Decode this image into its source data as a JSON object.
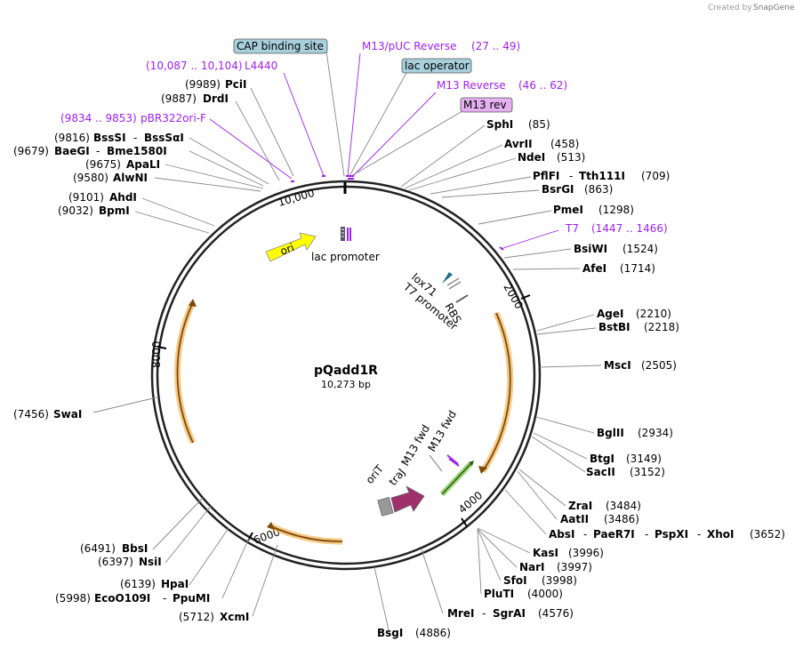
{
  "credit": "Created by",
  "credit_brand": "SnapGene",
  "plasmid": {
    "name": "pQadd1R",
    "size": "10,273 bp"
  },
  "ticks": [
    "2000",
    "4000",
    "6000",
    "8000",
    "10,000"
  ],
  "features": {
    "ori": "ori",
    "lac_promoter": "lac promoter",
    "lox71": "lox71",
    "t7_promoter": "T7 promoter",
    "rbs": "RBS",
    "m13_fwd_1": "M13 fwd",
    "m13_fwd_2": "M13 fwd",
    "orit": "oriT",
    "traj": "traJ"
  },
  "sites": {
    "pci": {
      "pos": "(9989)",
      "name": "PciI"
    },
    "drd": {
      "pos": "(9887)",
      "name": "DrdI"
    },
    "bsssi": {
      "pos": "(9816)",
      "name": "BssSI",
      "alt": "BssSαI"
    },
    "baegi": {
      "pos": "(9679)",
      "name": "BaeGI",
      "alt": "Bme1580I"
    },
    "apali": {
      "pos": "(9675)",
      "name": "ApaLI"
    },
    "alwni": {
      "pos": "(9580)",
      "name": "AlwNI"
    },
    "ahdi": {
      "pos": "(9101)",
      "name": "AhdI"
    },
    "bpmi": {
      "pos": "(9032)",
      "name": "BpmI"
    },
    "swai": {
      "pos": "(7456)",
      "name": "SwaI"
    },
    "bbsi": {
      "pos": "(6491)",
      "name": "BbsI"
    },
    "nsii": {
      "pos": "(6397)",
      "name": "NsiI"
    },
    "hpai": {
      "pos": "(6139)",
      "name": "HpaI"
    },
    "eco": {
      "pos": "(5998)",
      "name": "EcoO109I",
      "alt": "PpuMI"
    },
    "xcmi": {
      "pos": "(5712)",
      "name": "XcmI"
    },
    "bsgi": {
      "name": "BsgI",
      "pos": "(4886)"
    },
    "mrei": {
      "name": "MreI",
      "alt": "SgrAI",
      "pos": "(4576)"
    },
    "pluti": {
      "name": "PluTI",
      "pos": "(4000)"
    },
    "sfoi": {
      "name": "SfoI",
      "pos": "(3998)"
    },
    "nari": {
      "name": "NarI",
      "pos": "(3997)"
    },
    "kasi": {
      "name": "KasI",
      "pos": "(3996)"
    },
    "absi": {
      "name": "AbsI",
      "alt1": "PaeR7I",
      "alt2": "PspXI",
      "alt3": "XhoI",
      "pos": "(3652)"
    },
    "aatii": {
      "name": "AatII",
      "pos": "(3486)"
    },
    "zrai": {
      "name": "ZraI",
      "pos": "(3484)"
    },
    "sacii": {
      "name": "SacII",
      "pos": "(3152)"
    },
    "btgi": {
      "name": "BtgI",
      "pos": "(3149)"
    },
    "bglii": {
      "name": "BglII",
      "pos": "(2934)"
    },
    "msci": {
      "name": "MscI",
      "pos": "(2505)"
    },
    "bstbi": {
      "name": "BstBI",
      "pos": "(2218)"
    },
    "agei": {
      "name": "AgeI",
      "pos": "(2210)"
    },
    "afei": {
      "name": "AfeI",
      "pos": "(1714)"
    },
    "bsiwi": {
      "name": "BsiWI",
      "pos": "(1524)"
    },
    "pmei": {
      "name": "PmeI",
      "pos": "(1298)"
    },
    "bsrgi": {
      "name": "BsrGI",
      "pos": "(863)"
    },
    "pflfi": {
      "name": "PflFI",
      "alt": "Tth111I",
      "pos": "(709)"
    },
    "ndei": {
      "name": "NdeI",
      "pos": "(513)"
    },
    "avrii": {
      "name": "AvrII",
      "pos": "(458)"
    },
    "sphi": {
      "name": "SphI",
      "pos": "(85)"
    }
  },
  "primers": {
    "pbr322": {
      "pos": "(9834 .. 9853)",
      "name": "pBR322ori-F"
    },
    "l4440": {
      "pos": "(10,087 .. 10,104)",
      "name": "L4440"
    },
    "m13puc": {
      "name": "M13/pUC Reverse",
      "pos": "(27 .. 49)"
    },
    "m13rev": {
      "name": "M13 Reverse",
      "pos": "(46 .. 62)"
    },
    "t7": {
      "name": "T7",
      "pos": "(1447 .. 1466)"
    }
  },
  "boxes": {
    "cap": "CAP binding site",
    "lacop": "lac operator",
    "m13revbox": "M13 rev"
  },
  "colors": {
    "ori": "#ffff00",
    "traj": "#a0306a",
    "orange": "#f5b451",
    "green": "#7ec850",
    "purple": "#a020f0",
    "cap_box": "#a8d0dc",
    "m13rev_box": "#e6b0f0"
  }
}
